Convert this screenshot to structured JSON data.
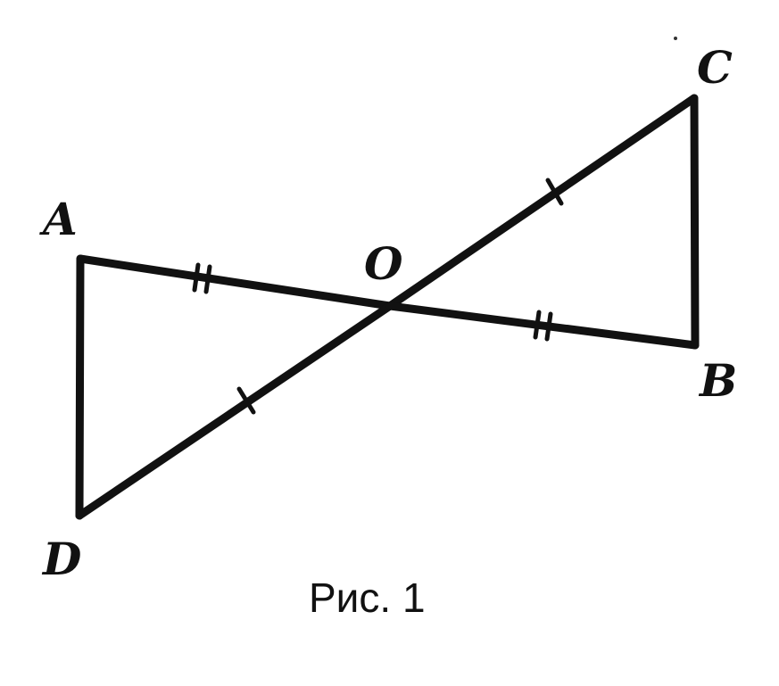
{
  "vertices": {
    "A": "A",
    "B": "B",
    "C": "C",
    "D": "D",
    "O": "O"
  },
  "caption": "Рис. 1"
}
